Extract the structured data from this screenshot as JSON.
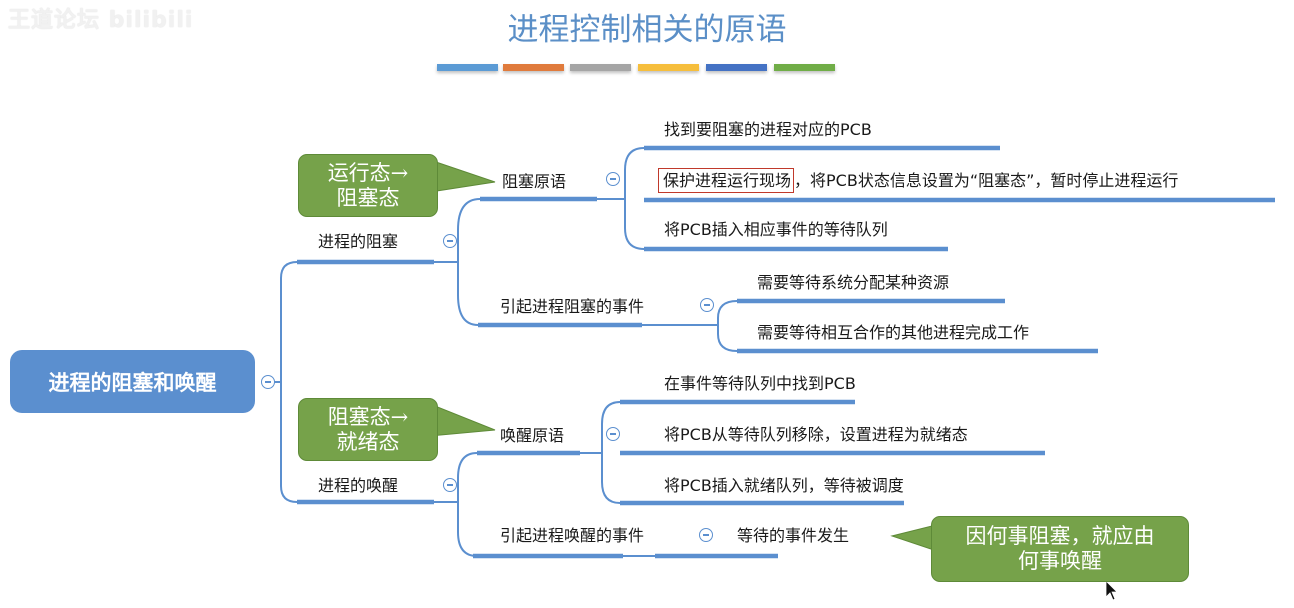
{
  "watermark": "王道论坛 bilibili",
  "title": "进程控制相关的原语",
  "color_bars": [
    "#5b9bd5",
    "#e07b3c",
    "#a5a5a5",
    "#f6be3c",
    "#4472c4",
    "#70ad47"
  ],
  "mindmap": {
    "root": "进程的阻塞和唤醒",
    "branches": [
      {
        "label": "进程的阻塞",
        "callout": "运行态→阻塞态",
        "callout_lines": [
          "运行态→",
          "阻塞态"
        ],
        "children": [
          {
            "label": "阻塞原语",
            "children": [
              "找到要阻塞的进程对应的PCB",
              "保护进程运行现场，将PCB状态信息设置为“阻塞态”，暂时停止进程运行",
              "将PCB插入相应事件的等待队列"
            ],
            "highlight": "保护进程运行现场",
            "highlight_rest": "，将PCB状态信息设置为“阻塞态”，暂时停止进程运行"
          },
          {
            "label": "引起进程阻塞的事件",
            "children": [
              "需要等待系统分配某种资源",
              "需要等待相互合作的其他进程完成工作"
            ]
          }
        ]
      },
      {
        "label": "进程的唤醒",
        "callout": "阻塞态→就绪态",
        "callout_lines": [
          "阻塞态→",
          "就绪态"
        ],
        "children": [
          {
            "label": "唤醒原语",
            "children": [
              "在事件等待队列中找到PCB",
              "将PCB从等待队列移除，设置进程为就绪态",
              "将PCB插入就绪队列，等待被调度"
            ]
          },
          {
            "label": "引起进程唤醒的事件",
            "children": [
              "等待的事件发生"
            ],
            "callout_lines": [
              "因何事阻塞，就应由",
              "何事唤醒"
            ]
          }
        ]
      }
    ]
  },
  "colors": {
    "root_fill": "#5b8fcf",
    "line": "#5b8fcf",
    "callout_fill": "#76a24a",
    "highlight_box": "#c0392b"
  }
}
